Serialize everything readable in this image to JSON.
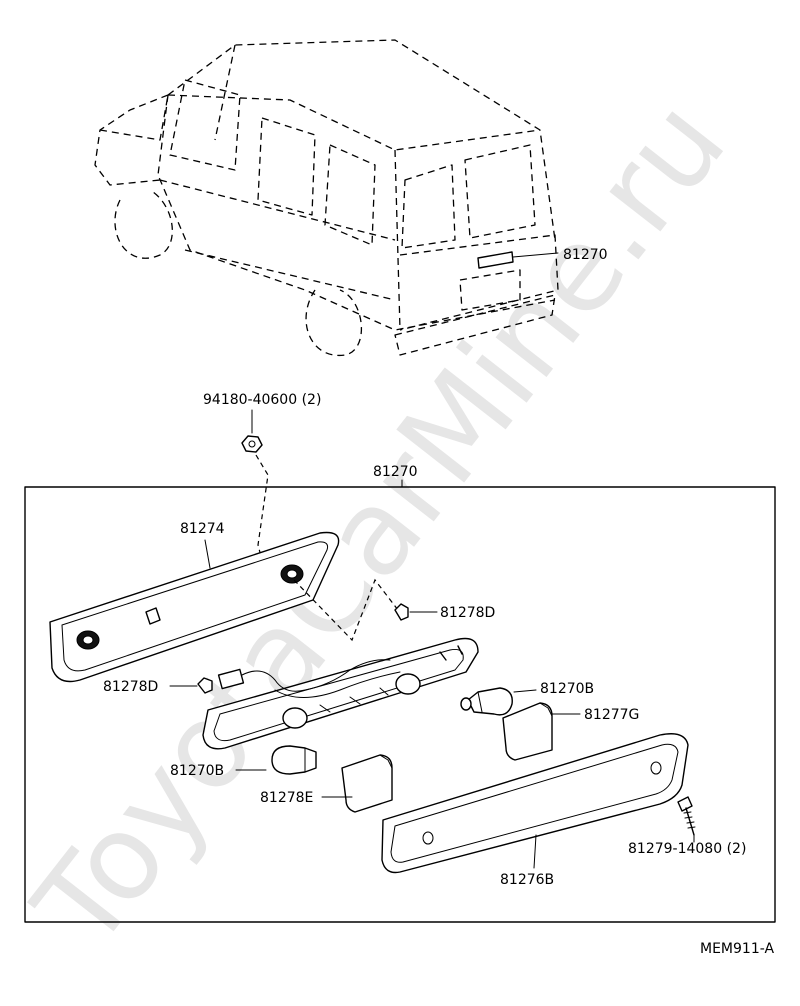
{
  "watermark": "ToyotaCarMine.ru",
  "diagram_code": "MEM911-A",
  "parts": {
    "van_callout": "81270",
    "nut_top": "94180-40600 (2)",
    "assembly": "81270",
    "lens_housing": "81274",
    "grommet_right": "81278D",
    "grommet_left": "81278D",
    "bulb_right": "81270B",
    "bulb_left": "81270B",
    "reflector_right": "81277G",
    "reflector_left": "81278E",
    "screw": "81279-14080 (2)",
    "cover": "81276B"
  }
}
